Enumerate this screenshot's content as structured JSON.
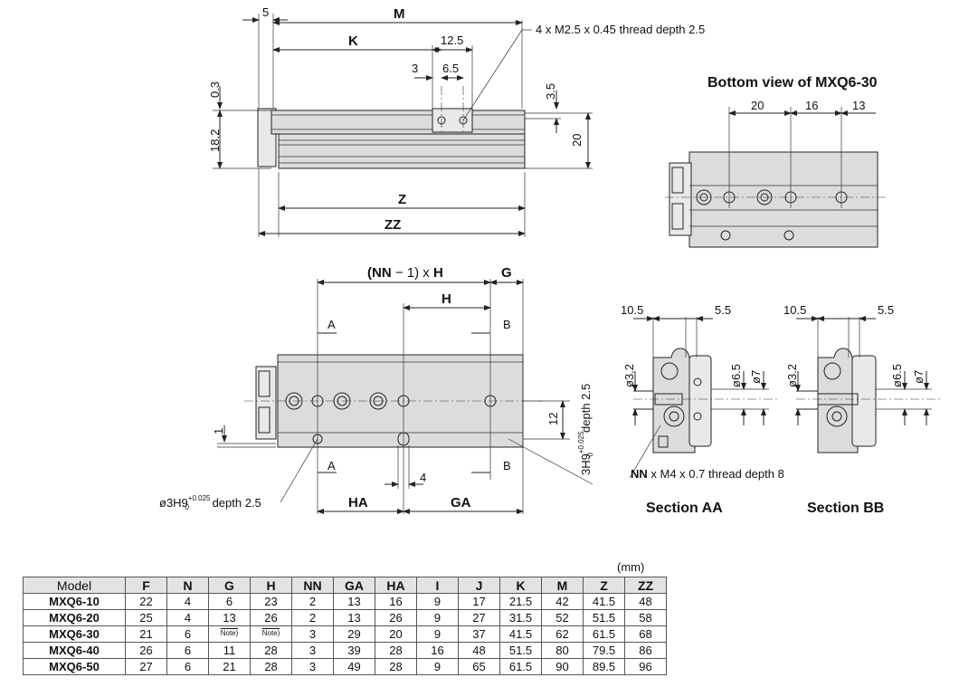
{
  "top_view": {
    "dim_5": "5",
    "dim_M": "M",
    "dim_K": "K",
    "dim_12_5": "12.5",
    "dim_3": "3",
    "dim_6_5": "6.5",
    "dim_0_3": "0.3",
    "dim_18_2": "18.2",
    "dim_3_5": "3.5",
    "dim_20": "20",
    "dim_Z": "Z",
    "dim_ZZ": "ZZ",
    "thread_note": "4 x M2.5 x 0.45 thread depth 2.5"
  },
  "bottom_view": {
    "title": "Bottom view of MXQ6-30",
    "dim_20": "20",
    "dim_16": "16",
    "dim_13": "13"
  },
  "side_view": {
    "dim_nn_prefix": "(NN",
    "dim_nn_minus": " − 1) x ",
    "dim_nn_h": "H",
    "dim_G": "G",
    "dim_H": "H",
    "label_A": "A",
    "label_B": "B",
    "dim_1": "1",
    "dim_12": "12",
    "dim_4": "4",
    "dim_HA": "HA",
    "dim_GA": "GA",
    "hole_left_prefix": "ø3H9",
    "hole_left_tol_upper": "+0.025",
    "hole_left_tol_lower": "0",
    "hole_left_suffix": " depth 2.5",
    "hole_right_prefix": "3H9",
    "hole_right_tol_upper": "+0.025",
    "hole_right_tol_lower": "0",
    "hole_right_suffix": "depth 2.5"
  },
  "sections": {
    "dim_10_5": "10.5",
    "dim_5_5": "5.5",
    "dim_phi3_2": "ø3.2",
    "dim_phi6_5": "ø6.5",
    "dim_phi7": "ø7",
    "thread_note_bold": "NN",
    "thread_note_rest": " x M4 x 0.7 thread depth 8",
    "title_aa": "Section AA",
    "title_bb": "Section BB"
  },
  "table": {
    "unit": "(mm)",
    "headers": [
      "Model",
      "F",
      "N",
      "G",
      "H",
      "NN",
      "GA",
      "HA",
      "I",
      "J",
      "K",
      "M",
      "Z",
      "ZZ"
    ],
    "rows": [
      [
        "MXQ6-10",
        "22",
        "4",
        "6",
        "23",
        "2",
        "13",
        "16",
        "9",
        "17",
        "21.5",
        "42",
        "41.5",
        "48"
      ],
      [
        "MXQ6-20",
        "25",
        "4",
        "13",
        "26",
        "2",
        "13",
        "26",
        "9",
        "27",
        "31.5",
        "52",
        "51.5",
        "58"
      ],
      [
        "MXQ6-30",
        "21",
        "6",
        "Note)",
        "Note)",
        "3",
        "29",
        "20",
        "9",
        "37",
        "41.5",
        "62",
        "61.5",
        "68"
      ],
      [
        "MXQ6-40",
        "26",
        "6",
        "11",
        "28",
        "3",
        "39",
        "28",
        "16",
        "48",
        "51.5",
        "80",
        "79.5",
        "86"
      ],
      [
        "MXQ6-50",
        "27",
        "6",
        "21",
        "28",
        "3",
        "49",
        "28",
        "9",
        "65",
        "61.5",
        "90",
        "89.5",
        "96"
      ]
    ]
  }
}
